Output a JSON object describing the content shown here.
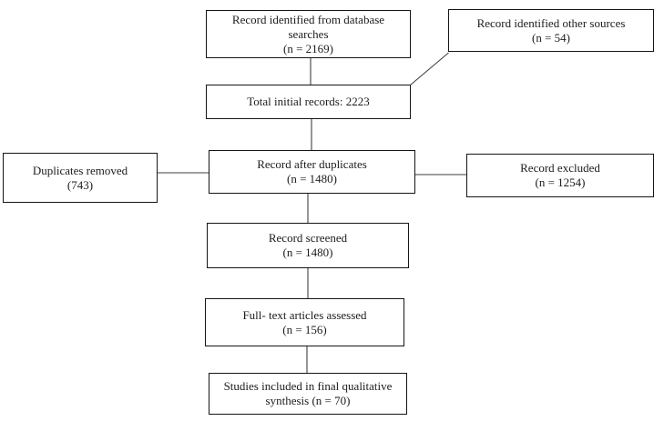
{
  "colors": {
    "background": "#ffffff",
    "box_border": "#151515",
    "text": "#1c1c1c",
    "connector": "#3f3f3f"
  },
  "boxes": {
    "database": {
      "lines": [
        "Record identified from database",
        "searches",
        "(n = 2169)"
      ]
    },
    "other_sources": {
      "lines": [
        "Record identified other sources",
        "(n = 54)"
      ]
    },
    "total": {
      "lines": [
        "Total initial records: 2223"
      ]
    },
    "duplicates_removed": {
      "lines": [
        "Duplicates removed",
        "(743)"
      ]
    },
    "after_duplicates": {
      "lines": [
        "Record after duplicates",
        "(n = 1480)"
      ]
    },
    "excluded": {
      "lines": [
        "Record excluded",
        "(n = 1254)"
      ]
    },
    "screened": {
      "lines": [
        "Record screened",
        "(n = 1480)"
      ]
    },
    "full_text": {
      "lines": [
        "Full- text articles assessed",
        "(n = 156)"
      ]
    },
    "included": {
      "lines": [
        "Studies included in final qualitative",
        "synthesis (n = 70)"
      ]
    }
  },
  "edges": [
    {
      "from": "database",
      "to": "total"
    },
    {
      "from": "other_sources",
      "to": "total"
    },
    {
      "from": "total",
      "to": "after_duplicates"
    },
    {
      "from": "duplicates_removed",
      "to": "after_duplicates"
    },
    {
      "from": "after_duplicates",
      "to": "excluded"
    },
    {
      "from": "after_duplicates",
      "to": "screened"
    },
    {
      "from": "screened",
      "to": "full_text"
    },
    {
      "from": "full_text",
      "to": "included"
    }
  ]
}
